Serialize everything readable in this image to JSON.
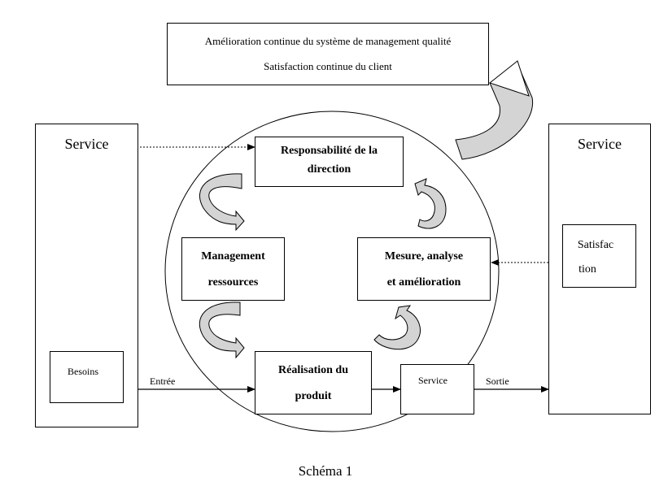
{
  "top": {
    "line1": "Amélioration continue du système de management qualité",
    "line2": "Satisfaction continue du client"
  },
  "left": {
    "title": "Service",
    "needs": "Besoins"
  },
  "right": {
    "title": "Service",
    "sat1": "Satisfac",
    "sat2": "tion"
  },
  "center": {
    "resp1": "Responsabilité de la",
    "resp2": "direction",
    "mgmt1": "Management",
    "mgmt2": "ressources",
    "mes1": "Mesure, analyse",
    "mes2": "et amélioration",
    "real1": "Réalisation du",
    "real2": "produit"
  },
  "flow": {
    "entree": "Entrée",
    "service": "Service",
    "sortie": "Sortie"
  },
  "caption": "Schéma 1"
}
